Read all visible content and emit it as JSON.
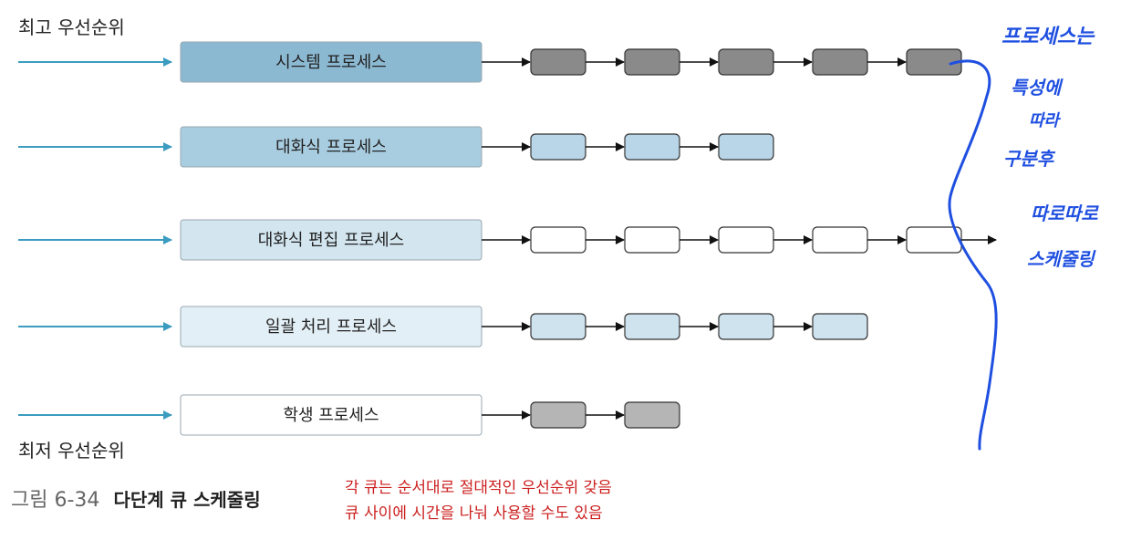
{
  "labels": {
    "highest_priority": "최고 우선순위",
    "lowest_priority": "최저 우선순위"
  },
  "caption": {
    "number": "그림 6-34",
    "title": "다단계 큐 스케줄링"
  },
  "red_notes": [
    "각 큐는 순서대로 절대적인 우선순위 갖음",
    "큐 사이에 시간을 나눠 사용할 수도 있음"
  ],
  "handwritten_notes": [
    "프로세스는",
    "특성에",
    "따라",
    "구분후",
    "따로따로",
    "스케줄링"
  ],
  "queues": [
    {
      "name": "시스템 프로세스",
      "process_count": 5,
      "trailing_arrow": false,
      "box_fill": "#8cb9d2",
      "process_fill": "#8a8a8a"
    },
    {
      "name": "대화식 프로세스",
      "process_count": 3,
      "trailing_arrow": false,
      "box_fill": "#a9cde0",
      "process_fill": "#b9d6e8"
    },
    {
      "name": "대화식 편집 프로세스",
      "process_count": 5,
      "trailing_arrow": true,
      "box_fill": "#d3e6f0",
      "process_fill": "#ffffff"
    },
    {
      "name": "일괄 처리 프로세스",
      "process_count": 4,
      "trailing_arrow": false,
      "box_fill": "#e3eff6",
      "process_fill": "#cfe3ef"
    },
    {
      "name": "학생 프로세스",
      "process_count": 2,
      "trailing_arrow": false,
      "box_fill": "#ffffff",
      "process_fill": "#b5b5b5"
    }
  ],
  "colors": {
    "entry_arrow": "#3b9cc0",
    "annotation_red": "#cc1f1f",
    "annotation_blue": "#1f4fe0"
  }
}
